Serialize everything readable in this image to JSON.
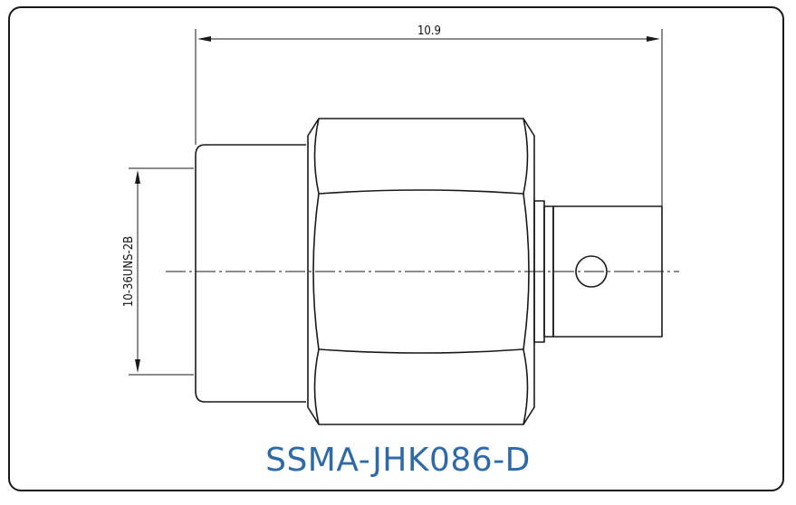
{
  "drawing": {
    "length_dimension": "10.9",
    "thread_dimension": "10-36UNS-2B"
  },
  "part_number": "SSMA-JHK086-D",
  "colors": {
    "outline": "#1a1a1a",
    "title": "#2f6aa6"
  }
}
